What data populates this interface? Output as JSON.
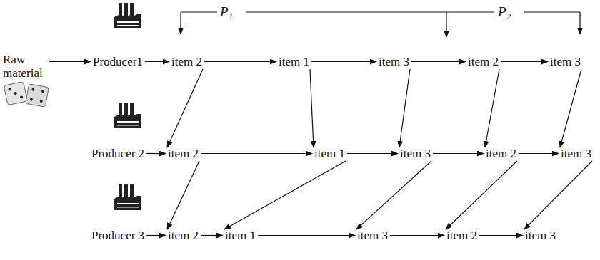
{
  "diagram": {
    "nodes": [
      {
        "text": [
          "Raw material"
        ]
      },
      {
        "text": [
          "Producer1"
        ]
      },
      {
        "text": [
          "item 2"
        ]
      },
      {
        "text": [
          "item 1"
        ]
      },
      {
        "text": [
          "item 3"
        ]
      },
      {
        "text": [
          "item 2"
        ]
      },
      {
        "text": [
          "item 3"
        ]
      },
      {
        "text": [
          "Producer 2"
        ]
      },
      {
        "text": [
          "item 2"
        ]
      },
      {
        "text": [
          "item 1"
        ]
      },
      {
        "text": [
          "item 3"
        ]
      },
      {
        "text": [
          "item 2"
        ]
      },
      {
        "text": [
          "item 3"
        ]
      },
      {
        "text": [
          "Producer 3"
        ]
      },
      {
        "text": [
          "item 2"
        ]
      },
      {
        "text": [
          "item 1"
        ]
      },
      {
        "text": [
          "item 3"
        ]
      },
      {
        "text": [
          "item 2"
        ]
      },
      {
        "text": [
          "item 3"
        ]
      }
    ],
    "edges": [
      {
        "from": 0,
        "to": 1,
        "arrow": "to"
      },
      {
        "from": 1,
        "to": 2,
        "arrow": "to"
      },
      {
        "from": 2,
        "to": 3,
        "arrow": "to"
      },
      {
        "from": 3,
        "to": 4,
        "arrow": "to"
      },
      {
        "from": 4,
        "to": 5,
        "arrow": "to"
      },
      {
        "from": 5,
        "to": 6,
        "arrow": "to"
      },
      {
        "from": 7,
        "to": 8,
        "arrow": "to"
      },
      {
        "from": 8,
        "to": 9,
        "arrow": "to"
      },
      {
        "from": 9,
        "to": 10,
        "arrow": "to"
      },
      {
        "from": 10,
        "to": 11,
        "arrow": "to"
      },
      {
        "from": 11,
        "to": 12,
        "arrow": "to"
      },
      {
        "from": 13,
        "to": 14,
        "arrow": "to"
      },
      {
        "from": 14,
        "to": 15,
        "arrow": "to"
      },
      {
        "from": 15,
        "to": 16,
        "arrow": "to"
      },
      {
        "from": 16,
        "to": 17,
        "arrow": "to"
      },
      {
        "from": 17,
        "to": 18,
        "arrow": "to"
      },
      {
        "from": 2,
        "to": 8,
        "arrow": "to"
      },
      {
        "from": 3,
        "to": 9,
        "arrow": "to"
      },
      {
        "from": 4,
        "to": 10,
        "arrow": "to"
      },
      {
        "from": 5,
        "to": 11,
        "arrow": "to"
      },
      {
        "from": 6,
        "to": 12,
        "arrow": "to"
      },
      {
        "from": 8,
        "to": 14,
        "arrow": "to"
      },
      {
        "from": 9,
        "to": 15,
        "arrow": "to"
      },
      {
        "from": 10,
        "to": 16,
        "arrow": "to"
      },
      {
        "from": 11,
        "to": 17,
        "arrow": "to"
      },
      {
        "from": 12,
        "to": 18,
        "arrow": "to"
      }
    ],
    "labels": [
      "P₁",
      "P₂"
    ]
  }
}
